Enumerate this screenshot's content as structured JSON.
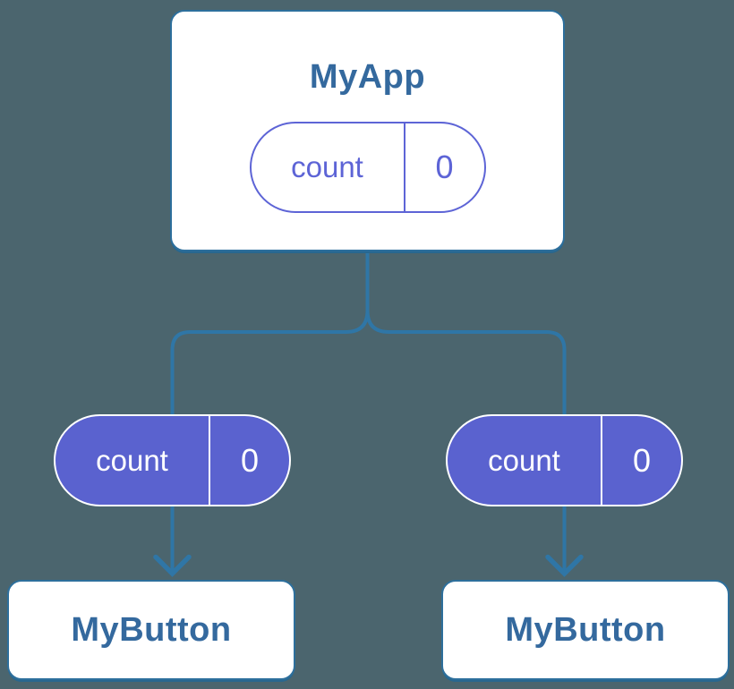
{
  "diagram": {
    "description": "Component tree diagram: MyApp holds count state passed as props to two MyButton children",
    "root": {
      "label": "MyApp",
      "state": {
        "key": "count",
        "value": "0"
      }
    },
    "children": [
      {
        "label": "MyButton",
        "prop": {
          "key": "count",
          "value": "0"
        }
      },
      {
        "label": "MyButton",
        "prop": {
          "key": "count",
          "value": "0"
        }
      }
    ],
    "colors": {
      "background": "#4b656e",
      "node_fill": "#ffffff",
      "node_border": "#2d6f9c",
      "node_shadow": "#28678f",
      "node_text": "#34699e",
      "connector": "#2f76a6",
      "pill_purple": "#5a62cf",
      "pill_outline": "#5d64d6",
      "pill_text_light": "#ffffff"
    }
  }
}
